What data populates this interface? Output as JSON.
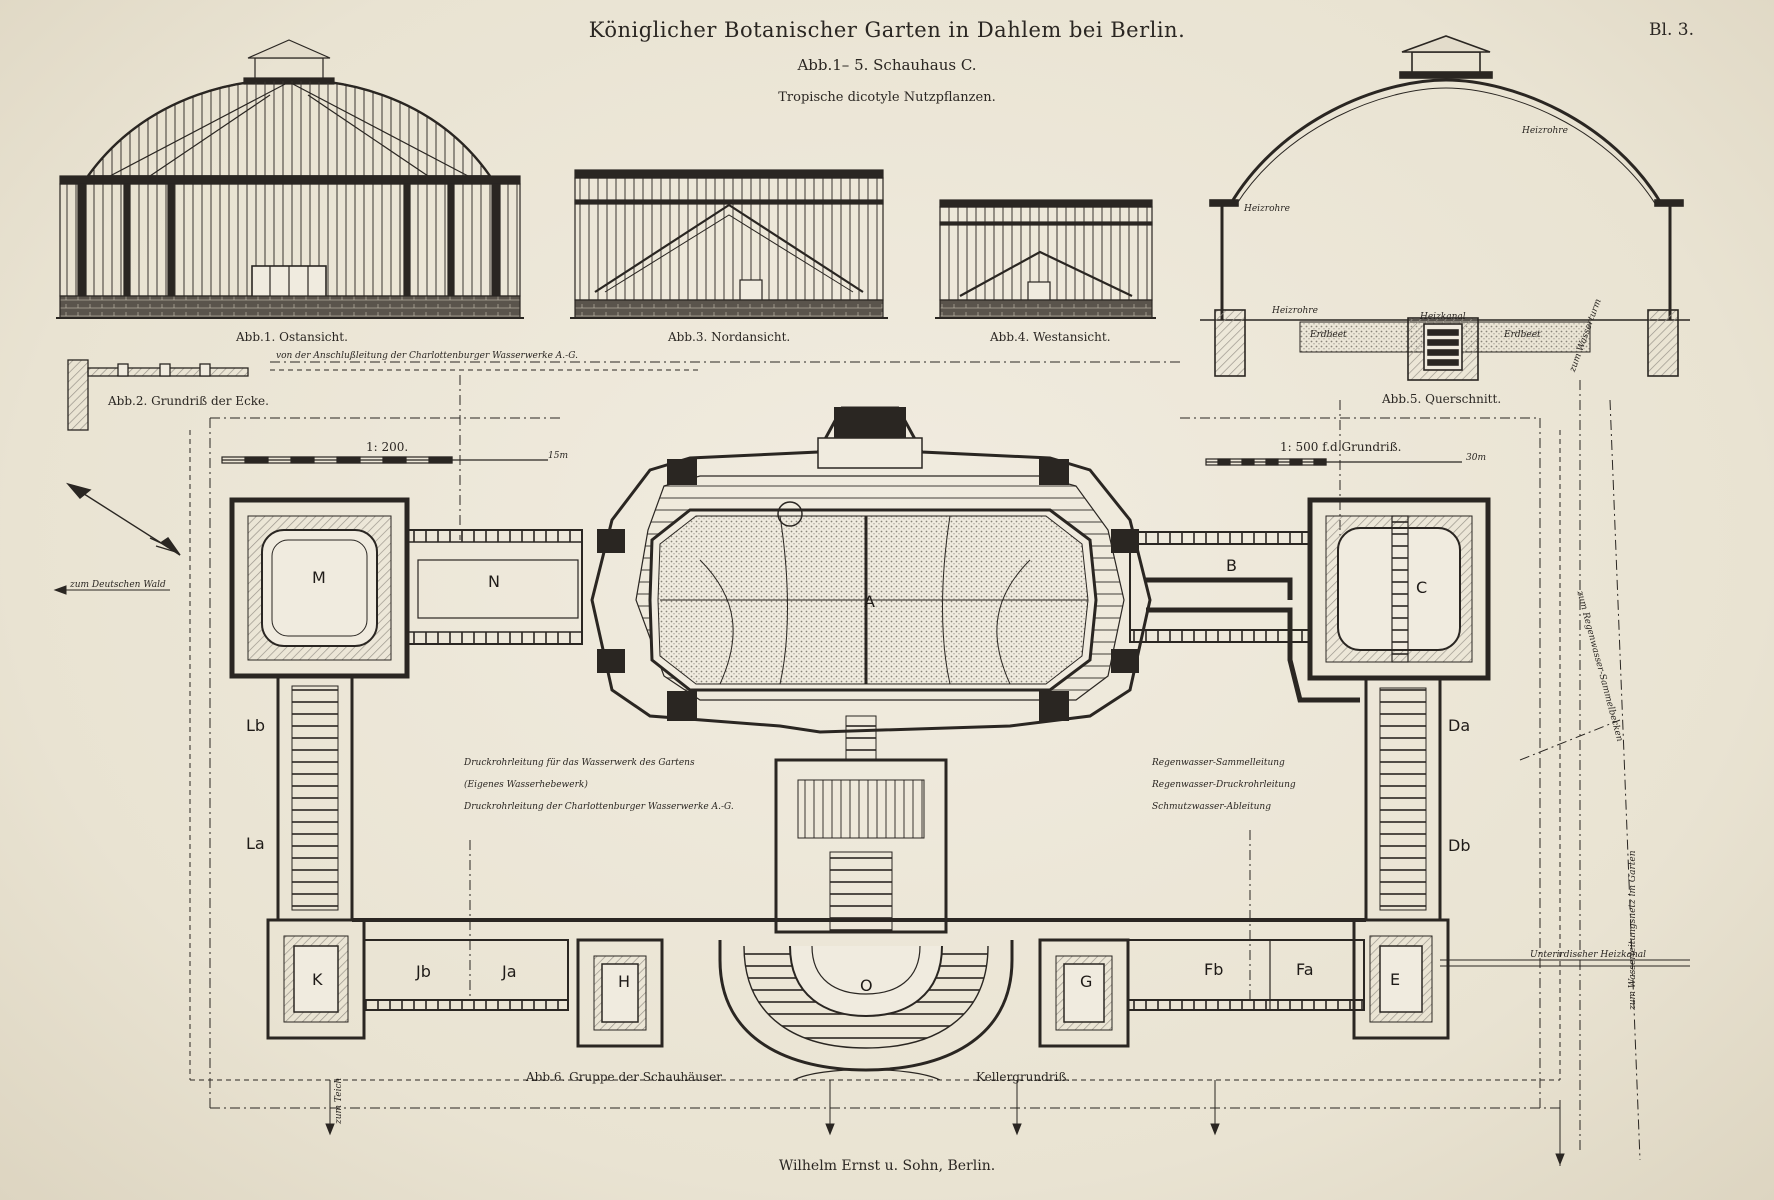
{
  "header": {
    "title": "Königlicher Botanischer Garten in Dahlem bei Berlin.",
    "subtitle": "Abb.1– 5. Schauhaus C.",
    "subtitle2": "Tropische dicotyle Nutzpflanzen.",
    "sheet_no": "Bl. 3."
  },
  "captions": {
    "abb1": "Abb.1. Ostansicht.",
    "abb2": "Abb.2. Grundriß der Ecke.",
    "abb3": "Abb.3. Nordansicht.",
    "abb4": "Abb.4. Westansicht.",
    "abb5": "Abb.5. Querschnitt.",
    "abb6": "Abb.6. Gruppe der Schauhäuser",
    "keller": "Kellergrundriß."
  },
  "scales": {
    "left": "1: 200.",
    "left_end": "15m",
    "right": "1: 500 f.d.Grundriß.",
    "right_end": "30m"
  },
  "section_notes": {
    "heizrohre_top": "Heizrohre",
    "heizrohre_left": "Heizrohre",
    "heizrohre_low": "Heizrohre",
    "heizkanal": "Heizkanal",
    "erdbeet_l": "Erdbeet",
    "erdbeet_r": "Erdbeet"
  },
  "plan_notes": {
    "anschluss": "von der Anschlußleitung der Charlottenburger Wasserwerke A.-G.",
    "deutscher_wald": "zum Deutschen Wald",
    "heizkanal": "Unterirdischer Heizkanal",
    "sammelbecken": "zum Regenwasser-Sammelbecken",
    "wasserleitung": "zum Wasserleitungsnetz im Garten",
    "teich": "zum Teich",
    "zum_wasserturm": "zum Wasserturm"
  },
  "legend": {
    "left": [
      "Druckrohrleitung für das Wasserwerk des Gartens",
      "(Eigenes Wasserhebewerk)",
      "Druckrohrleitung der Charlottenburger Wasserwerke A.-G."
    ],
    "right": [
      "Regenwasser-Sammelleitung",
      "Regenwasser-Druckrohrleitung",
      "Schmutzwasser-Ableitung"
    ]
  },
  "rooms": [
    "A",
    "B",
    "C",
    "Da",
    "Db",
    "E",
    "Fa",
    "Fb",
    "G",
    "H",
    "Ja",
    "Jb",
    "K",
    "La",
    "Lb",
    "M",
    "N",
    "O"
  ],
  "publisher": "Wilhelm Ernst u. Sohn, Berlin.",
  "colors": {
    "paper": "#ece6d6",
    "ink": "#2a2622",
    "hatch": "#9a958b"
  }
}
